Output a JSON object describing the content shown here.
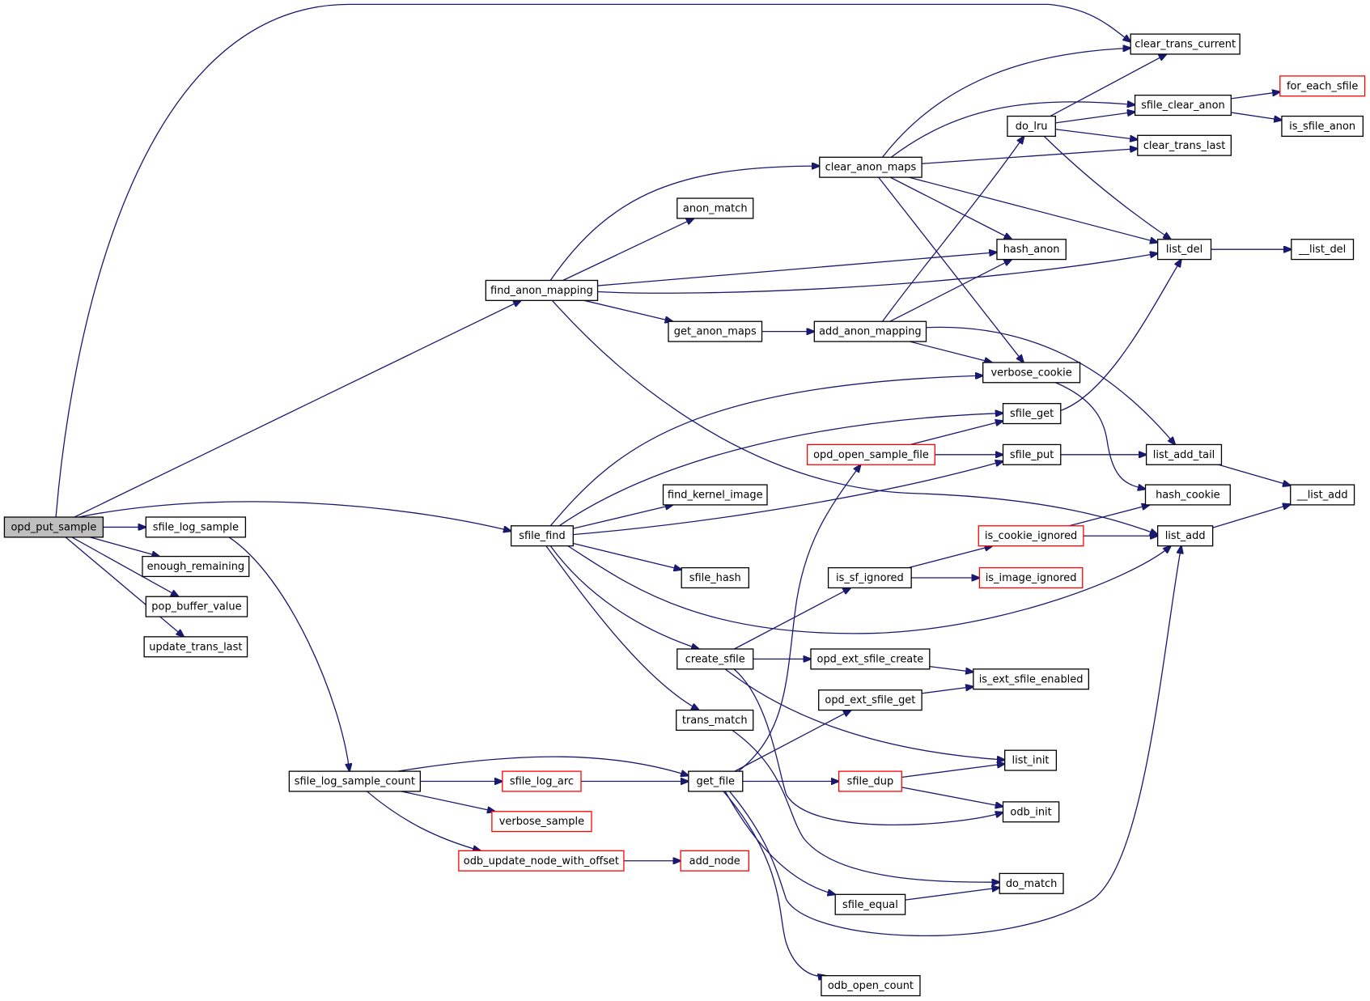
{
  "title": "opd_put_sample call graph",
  "colors": {
    "edge": "#191970",
    "node_border": "#000000",
    "truncated_border": "#ff0000",
    "root_fill": "#bfbfbf"
  },
  "nodes": [
    {
      "id": "opd_put_sample",
      "label": "opd_put_sample",
      "style": "root"
    },
    {
      "id": "sfile_log_sample",
      "label": "sfile_log_sample",
      "style": "normal"
    },
    {
      "id": "enough_remaining",
      "label": "enough_remaining",
      "style": "normal"
    },
    {
      "id": "pop_buffer_value",
      "label": "pop_buffer_value",
      "style": "normal"
    },
    {
      "id": "update_trans_last",
      "label": "update_trans_last",
      "style": "normal"
    },
    {
      "id": "sfile_log_sample_count",
      "label": "sfile_log_sample_count",
      "style": "normal"
    },
    {
      "id": "sfile_log_arc",
      "label": "sfile_log_arc",
      "style": "red"
    },
    {
      "id": "verbose_sample",
      "label": "verbose_sample",
      "style": "red"
    },
    {
      "id": "odb_update_node_with_offset",
      "label": "odb_update_node_with_offset",
      "style": "red"
    },
    {
      "id": "add_node",
      "label": "add_node",
      "style": "red"
    },
    {
      "id": "find_anon_mapping",
      "label": "find_anon_mapping",
      "style": "normal"
    },
    {
      "id": "sfile_find",
      "label": "sfile_find",
      "style": "normal"
    },
    {
      "id": "anon_match",
      "label": "anon_match",
      "style": "normal"
    },
    {
      "id": "get_anon_maps",
      "label": "get_anon_maps",
      "style": "normal"
    },
    {
      "id": "clear_anon_maps",
      "label": "clear_anon_maps",
      "style": "normal"
    },
    {
      "id": "add_anon_mapping",
      "label": "add_anon_mapping",
      "style": "normal"
    },
    {
      "id": "find_kernel_image",
      "label": "find_kernel_image",
      "style": "normal"
    },
    {
      "id": "sfile_hash",
      "label": "sfile_hash",
      "style": "normal"
    },
    {
      "id": "create_sfile",
      "label": "create_sfile",
      "style": "normal"
    },
    {
      "id": "trans_match",
      "label": "trans_match",
      "style": "normal"
    },
    {
      "id": "get_file",
      "label": "get_file",
      "style": "normal"
    },
    {
      "id": "opd_open_sample_file",
      "label": "opd_open_sample_file",
      "style": "red"
    },
    {
      "id": "is_sf_ignored",
      "label": "is_sf_ignored",
      "style": "normal"
    },
    {
      "id": "opd_ext_sfile_create",
      "label": "opd_ext_sfile_create",
      "style": "normal"
    },
    {
      "id": "opd_ext_sfile_get",
      "label": "opd_ext_sfile_get",
      "style": "normal"
    },
    {
      "id": "sfile_dup",
      "label": "sfile_dup",
      "style": "red"
    },
    {
      "id": "sfile_equal",
      "label": "sfile_equal",
      "style": "normal"
    },
    {
      "id": "odb_open_count",
      "label": "odb_open_count",
      "style": "normal"
    },
    {
      "id": "clear_trans_current",
      "label": "clear_trans_current",
      "style": "normal"
    },
    {
      "id": "do_lru",
      "label": "do_lru",
      "style": "normal"
    },
    {
      "id": "hash_anon",
      "label": "hash_anon",
      "style": "normal"
    },
    {
      "id": "verbose_cookie",
      "label": "verbose_cookie",
      "style": "normal"
    },
    {
      "id": "sfile_get",
      "label": "sfile_get",
      "style": "normal"
    },
    {
      "id": "sfile_put",
      "label": "sfile_put",
      "style": "normal"
    },
    {
      "id": "is_cookie_ignored",
      "label": "is_cookie_ignored",
      "style": "red"
    },
    {
      "id": "is_image_ignored",
      "label": "is_image_ignored",
      "style": "red"
    },
    {
      "id": "is_ext_sfile_enabled",
      "label": "is_ext_sfile_enabled",
      "style": "normal"
    },
    {
      "id": "list_init",
      "label": "list_init",
      "style": "normal"
    },
    {
      "id": "odb_init",
      "label": "odb_init",
      "style": "normal"
    },
    {
      "id": "do_match",
      "label": "do_match",
      "style": "normal"
    },
    {
      "id": "sfile_clear_anon",
      "label": "sfile_clear_anon",
      "style": "normal"
    },
    {
      "id": "clear_trans_last",
      "label": "clear_trans_last",
      "style": "normal"
    },
    {
      "id": "list_del",
      "label": "list_del",
      "style": "normal"
    },
    {
      "id": "list_add_tail",
      "label": "list_add_tail",
      "style": "normal"
    },
    {
      "id": "hash_cookie",
      "label": "hash_cookie",
      "style": "normal"
    },
    {
      "id": "list_add",
      "label": "list_add",
      "style": "normal"
    },
    {
      "id": "for_each_sfile",
      "label": "for_each_sfile",
      "style": "red"
    },
    {
      "id": "is_sfile_anon",
      "label": "is_sfile_anon",
      "style": "normal"
    },
    {
      "id": "__list_del",
      "label": "__list_del",
      "style": "normal"
    },
    {
      "id": "__list_add",
      "label": "__list_add",
      "style": "normal"
    }
  ],
  "edges": [
    [
      "opd_put_sample",
      "sfile_log_sample"
    ],
    [
      "opd_put_sample",
      "enough_remaining"
    ],
    [
      "opd_put_sample",
      "pop_buffer_value"
    ],
    [
      "opd_put_sample",
      "update_trans_last"
    ],
    [
      "opd_put_sample",
      "find_anon_mapping"
    ],
    [
      "opd_put_sample",
      "sfile_find"
    ],
    [
      "opd_put_sample",
      "clear_trans_current"
    ],
    [
      "sfile_log_sample",
      "sfile_log_sample_count"
    ],
    [
      "sfile_log_sample_count",
      "sfile_log_arc"
    ],
    [
      "sfile_log_sample_count",
      "get_file"
    ],
    [
      "sfile_log_sample_count",
      "verbose_sample"
    ],
    [
      "sfile_log_sample_count",
      "odb_update_node_with_offset"
    ],
    [
      "sfile_log_arc",
      "get_file"
    ],
    [
      "odb_update_node_with_offset",
      "add_node"
    ],
    [
      "find_anon_mapping",
      "clear_anon_maps"
    ],
    [
      "find_anon_mapping",
      "anon_match"
    ],
    [
      "find_anon_mapping",
      "hash_anon"
    ],
    [
      "find_anon_mapping",
      "list_del"
    ],
    [
      "find_anon_mapping",
      "get_anon_maps"
    ],
    [
      "find_anon_mapping",
      "list_add"
    ],
    [
      "get_anon_maps",
      "add_anon_mapping"
    ],
    [
      "clear_anon_maps",
      "clear_trans_current"
    ],
    [
      "clear_anon_maps",
      "sfile_clear_anon"
    ],
    [
      "clear_anon_maps",
      "clear_trans_last"
    ],
    [
      "clear_anon_maps",
      "list_del"
    ],
    [
      "clear_anon_maps",
      "hash_anon"
    ],
    [
      "clear_anon_maps",
      "verbose_cookie"
    ],
    [
      "add_anon_mapping",
      "do_lru"
    ],
    [
      "add_anon_mapping",
      "hash_anon"
    ],
    [
      "add_anon_mapping",
      "verbose_cookie"
    ],
    [
      "add_anon_mapping",
      "list_add_tail"
    ],
    [
      "do_lru",
      "clear_trans_current"
    ],
    [
      "do_lru",
      "sfile_clear_anon"
    ],
    [
      "do_lru",
      "clear_trans_last"
    ],
    [
      "do_lru",
      "list_del"
    ],
    [
      "sfile_clear_anon",
      "for_each_sfile"
    ],
    [
      "sfile_clear_anon",
      "is_sfile_anon"
    ],
    [
      "list_del",
      "__list_del"
    ],
    [
      "sfile_find",
      "verbose_cookie"
    ],
    [
      "sfile_find",
      "sfile_get"
    ],
    [
      "sfile_find",
      "sfile_put"
    ],
    [
      "sfile_find",
      "find_kernel_image"
    ],
    [
      "sfile_find",
      "sfile_hash"
    ],
    [
      "sfile_find",
      "list_add"
    ],
    [
      "sfile_find",
      "create_sfile"
    ],
    [
      "sfile_find",
      "trans_match"
    ],
    [
      "verbose_cookie",
      "hash_cookie"
    ],
    [
      "sfile_get",
      "list_del"
    ],
    [
      "opd_open_sample_file",
      "sfile_get"
    ],
    [
      "opd_open_sample_file",
      "sfile_put"
    ],
    [
      "sfile_put",
      "list_add_tail"
    ],
    [
      "list_add_tail",
      "__list_add"
    ],
    [
      "list_add",
      "__list_add"
    ],
    [
      "is_cookie_ignored",
      "hash_cookie"
    ],
    [
      "is_cookie_ignored",
      "list_add"
    ],
    [
      "is_sf_ignored",
      "is_cookie_ignored"
    ],
    [
      "is_sf_ignored",
      "is_image_ignored"
    ],
    [
      "create_sfile",
      "is_sf_ignored"
    ],
    [
      "create_sfile",
      "opd_ext_sfile_create"
    ],
    [
      "create_sfile",
      "list_init"
    ],
    [
      "create_sfile",
      "odb_init"
    ],
    [
      "opd_ext_sfile_create",
      "is_ext_sfile_enabled"
    ],
    [
      "opd_ext_sfile_get",
      "is_ext_sfile_enabled"
    ],
    [
      "trans_match",
      "do_match"
    ],
    [
      "get_file",
      "opd_open_sample_file"
    ],
    [
      "get_file",
      "opd_ext_sfile_get"
    ],
    [
      "get_file",
      "sfile_dup"
    ],
    [
      "get_file",
      "sfile_equal"
    ],
    [
      "get_file",
      "odb_open_count"
    ],
    [
      "get_file",
      "list_add"
    ],
    [
      "sfile_dup",
      "list_init"
    ],
    [
      "sfile_dup",
      "odb_init"
    ],
    [
      "sfile_equal",
      "do_match"
    ]
  ]
}
